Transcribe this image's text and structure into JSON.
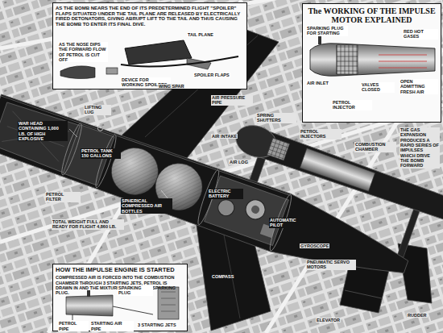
{
  "diagram": {
    "nodes": [
      {
        "text": [
          "AS THE BOMB NEARS THE END OF ITS PREDETERMINED FLIGHT \"SPOILER\" FLAPS SITUATED UNDER THE TAIL PLANE ARE RELEASED BY ELECTRICALLY FIRED DETONATORS, GIVING ABRUPT LIFT TO THE TAIL AND THUS CAUSING THE BOMB TO ENTER ITS FINAL DIVE."
        ]
      },
      {
        "text": [
          "The WORKING OF THE IMPULSE MOTOR EXPLAINED"
        ]
      },
      {
        "text": [
          "HOW THE IMPULSE ENGINE IS STARTED",
          "COMPRESSED AIR IS FORCED INTO THE COMBUSTION CHAMBER THROUGH 3 STARTING JETS, PETROL IS DRAWN IN AND THE MIXTURE IS FIRED BY A SPARKING PLUG."
        ]
      }
    ],
    "labels": [
      "TAIL PLANE",
      "SPOILER FLAPS",
      "AS THE NOSE DIPS THE FORWARD FLOW OF PETROL IS CUT OFF",
      "DEVICE FOR WORKING SPOILERS",
      "WAR HEAD CONTAINING 1,000 LB. OF HIGH EXPLOSIVE",
      "WING SPAR",
      "PETROL TANK 150 GALLONS",
      "AIR PRESSURE PIPE",
      "LIFTING LUG",
      "SPHERICAL COMPRESSED AIR BOTTLES",
      "ELECTRIC BATTERY",
      "TOTAL WEIGHT FULL AND READY FOR FLIGHT 4,860 LB.",
      "PETROL FILTER",
      "AUTOMATIC PILOT",
      "COMPASS",
      "GYROSCOPE",
      "PNEUMATIC SERVO MOTORS",
      "AIR LOG",
      "RUDDER",
      "ELEVATOR",
      "SPRING SHUTTERS",
      "PETROL INJECTORS",
      "AIR INTAKE",
      "COMBUSTION CHAMBER",
      "THE GAS EXPANSION PRODUCES A RAPID SERIES OF IMPULSES WHICH DRIVE THE BOMB FORWARD",
      "SPARKING PLUG FOR STARTING",
      "RED HOT GASES",
      "AIR INLET",
      "VALVES CLOSED",
      "OPEN ADMITTING FRESH AIR",
      "PETROL INJECTOR",
      "SPARKING PLUG",
      "3 STARTING JETS",
      "PETROL PIPE",
      "STARTING AIR PIPE"
    ]
  }
}
